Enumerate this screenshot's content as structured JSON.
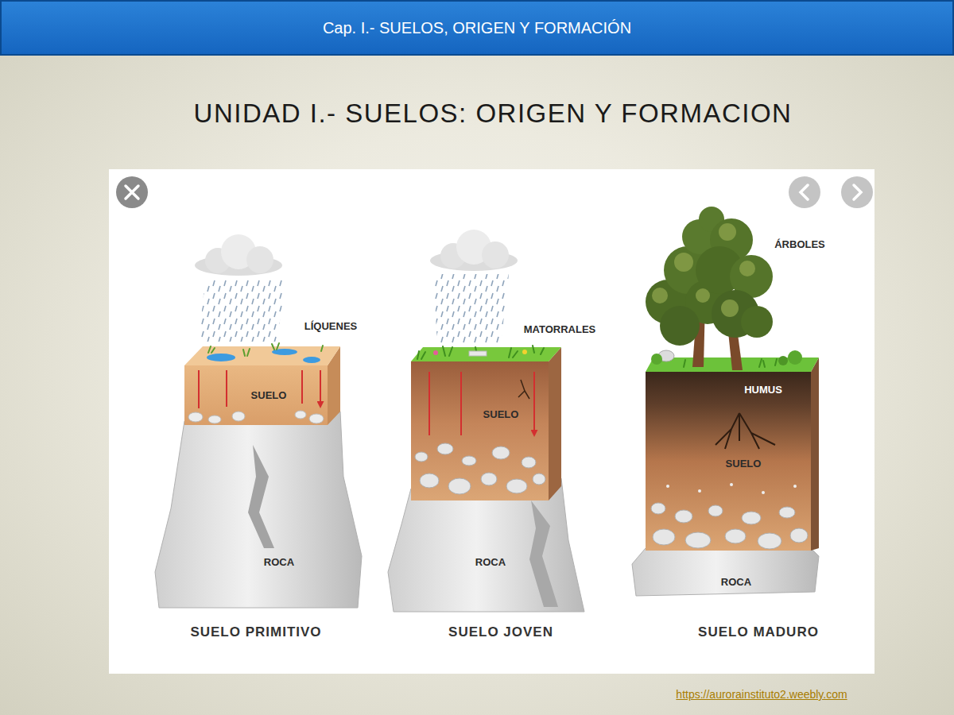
{
  "diagram": {
    "title": "UNIDAD I.- SUELOS: ORIGEN Y FORMACION",
    "nodes": [
      {
        "text": [
          "Cap. I.- SUELOS, ORIGEN Y FORMACIÓN"
        ]
      }
    ],
    "labels": [
      "LÍQUENES",
      "SUELO",
      "ROCA",
      "SUELO PRIMITIVO",
      "MATORRALES",
      "SUELO",
      "ROCA",
      "SUELO JOVEN",
      "ÁRBOLES",
      "HUMUS",
      "SUELO",
      "ROCA",
      "SUELO MADURO",
      "https://aurorainstituto2.weebly.com"
    ]
  }
}
